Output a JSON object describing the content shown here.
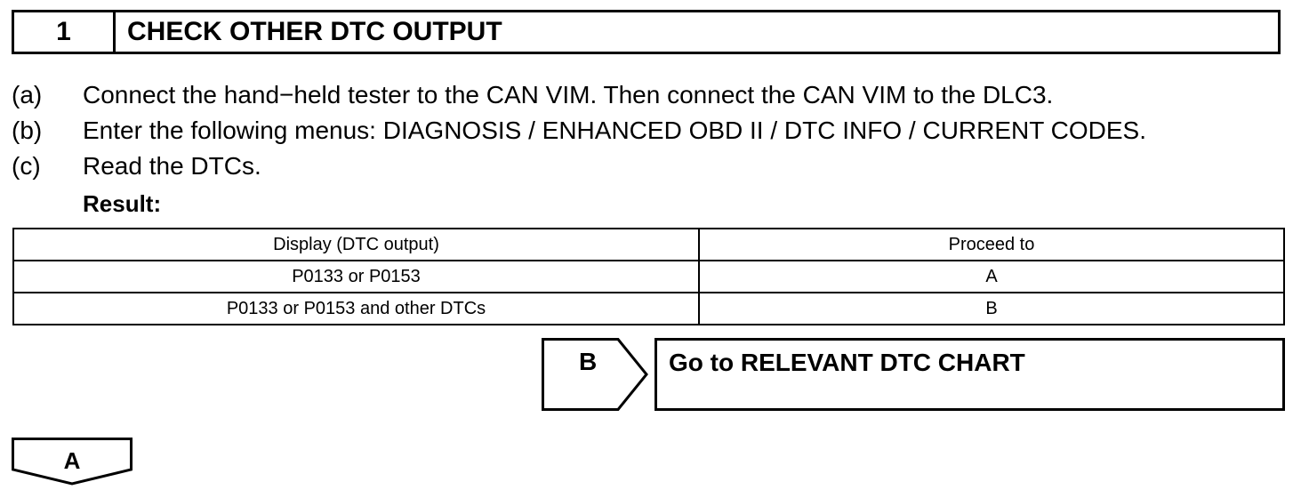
{
  "step": {
    "number": "1",
    "title": "CHECK OTHER DTC OUTPUT"
  },
  "instructions": [
    {
      "label": "(a)",
      "text": "Connect the hand−held tester to the CAN VIM. Then connect the CAN VIM to the DLC3."
    },
    {
      "label": "(b)",
      "text": "Enter the following menus: DIAGNOSIS / ENHANCED OBD II / DTC INFO / CURRENT CODES."
    },
    {
      "label": "(c)",
      "text": "Read the DTCs."
    }
  ],
  "result_label": "Result:",
  "table": {
    "headers": [
      "Display (DTC output)",
      "Proceed to"
    ],
    "rows": [
      [
        "P0133 or P0153",
        "A"
      ],
      [
        "P0133 or P0153 and other DTCs",
        "B"
      ]
    ]
  },
  "branch_b": {
    "letter": "B",
    "action": "Go to RELEVANT DTC CHART"
  },
  "branch_a": {
    "letter": "A"
  }
}
